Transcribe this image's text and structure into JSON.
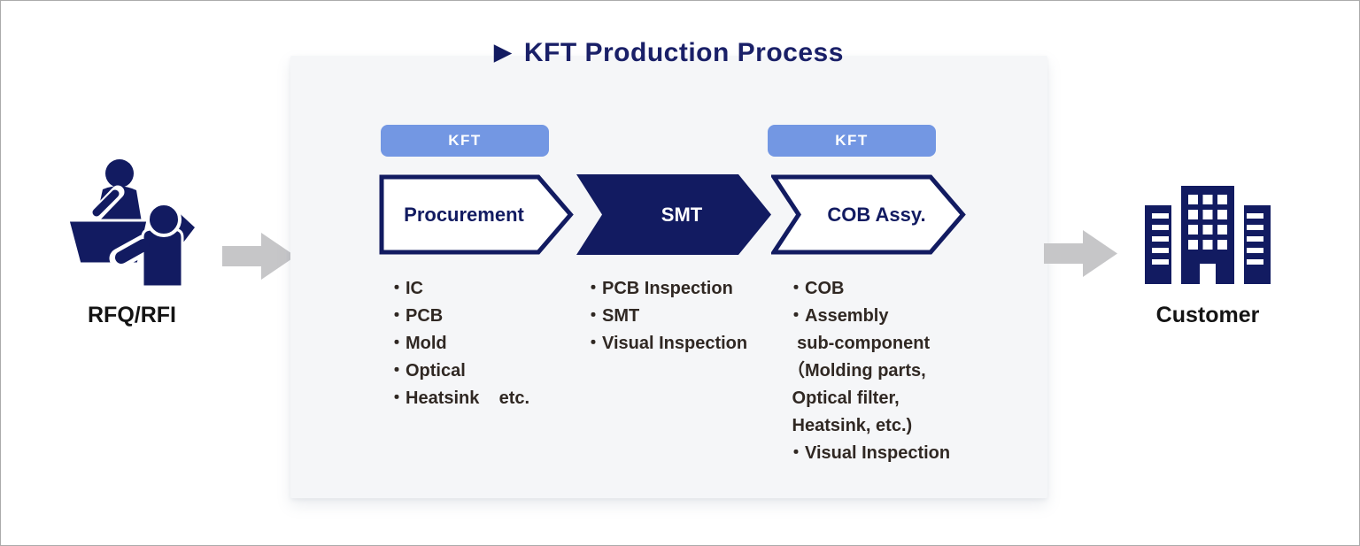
{
  "colors": {
    "navy": "#121b61",
    "title_navy": "#1a2068",
    "badge_blue": "#7397e3",
    "panel_bg": "#f5f6f8",
    "arrow_gray": "#c6c6c8",
    "list_text": "#302823",
    "label_text": "#141414",
    "page_border": "#ababab"
  },
  "title": {
    "marker": "▶",
    "text": "KFT Production Process"
  },
  "source": {
    "icon": "meeting-icon",
    "label": "RFQ/RFI"
  },
  "destination": {
    "icon": "building-icon",
    "label": "Customer"
  },
  "process": {
    "steps": [
      {
        "badge": "KFT",
        "label": "Procurement",
        "variant": "outline",
        "items": [
          "・IC",
          "・PCB",
          "・Mold",
          "・Optical",
          "・Heatsink    etc."
        ]
      },
      {
        "label": "SMT",
        "variant": "filled",
        "items": [
          "・PCB Inspection",
          "・SMT",
          "・Visual Inspection"
        ]
      },
      {
        "badge": "KFT",
        "label": "COB Assy.",
        "variant": "outline",
        "items": [
          "・COB",
          "・Assembly",
          "  sub-component",
          "（Molding parts,",
          " Optical filter,",
          " Heatsink, etc.)",
          "・Visual Inspection"
        ]
      }
    ]
  }
}
